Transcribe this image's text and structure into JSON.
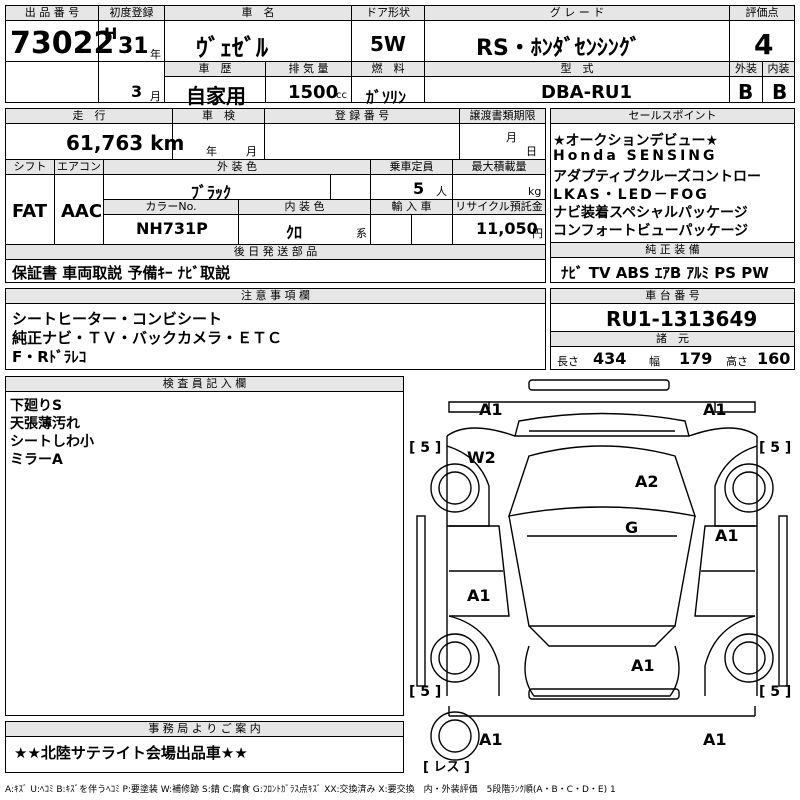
{
  "header": {
    "lot_no_label": "出 品 番 号",
    "lot_no": "73022",
    "first_reg_label": "初度登録",
    "era": "H",
    "year": "31",
    "year_unit": "年",
    "month": "3",
    "month_unit": "月",
    "car_name_label": "車　名",
    "car_name": "ｳﾞｪｾﾞﾙ",
    "door_label": "ドア形状",
    "door": "5W",
    "grade_label": "グ レ ー ド",
    "grade": "RS・ﾎﾝﾀﾞｾﾝｼﾝｸﾞ",
    "score_label": "評価点",
    "score": "4",
    "history_label": "車　歴",
    "history": "自家用",
    "displacement_label": "排 気 量",
    "displacement": "1500",
    "displacement_unit": "cc",
    "fuel_label": "燃　料",
    "fuel": "ｶﾞｿﾘﾝ",
    "model_label": "型　式",
    "model": "DBA-RU1",
    "exterior_label": "外装",
    "exterior": "B",
    "interior_label": "内装",
    "interior": "B"
  },
  "row2": {
    "mileage_label": "走　行",
    "mileage": "61,763 km",
    "inspection_label": "車　検",
    "inspection_year": "年",
    "inspection_month": "月",
    "plate_label": "登 録 番 号",
    "transfer_label": "譲渡書類期限",
    "transfer_month": "月",
    "transfer_day": "日",
    "shift_label": "シフト",
    "shift": "FAT",
    "ac_label": "エアコン",
    "ac": "AAC",
    "color_label": "外 装 色",
    "color": "ﾌﾞﾗｯｸ",
    "capacity_label": "乗車定員",
    "capacity": "5",
    "capacity_unit": "人",
    "load_label": "最大積載量",
    "load_unit": "kg",
    "color_no_label": "カラーNo.",
    "color_no": "NH731P",
    "int_color_label": "内 装 色",
    "int_color": "ｸﾛ",
    "int_color_unit": "系",
    "import_label": "輸 入 車",
    "recycle_label": "リサイクル預託金",
    "recycle": "11,050",
    "recycle_unit": "円",
    "later_label": "後 日 発 送 部 品",
    "later": "保証書 車両取説 予備ｷｰ ﾅﾋﾞ取説"
  },
  "sales": {
    "label": "セールスポイント",
    "lines": [
      "★オークションデビュー★",
      "Honda SENSING",
      "アダプティブクルーズコントロー",
      "LKAS・LED－FOG",
      "ナビ装着スペシャルパッケージ",
      "コンフォートビューパッケージ"
    ],
    "equip_label": "純 正 装 備",
    "equip": "ﾅﾋﾞ TV ABS ｴｱB ｱﾙﾐ PS PW"
  },
  "notes": {
    "label": "注 意 事 項 欄",
    "lines": [
      "シートヒーター・コンビシート",
      "純正ナビ・ＴＶ・バックカメラ・ＥＴＣ",
      "F・Rﾄﾞﾗﾚｺ"
    ]
  },
  "chassis": {
    "label": "車 台 番 号",
    "number": "RU1-1313649",
    "dims_label": "諸　元",
    "length_label": "長さ",
    "length": "434",
    "width_label": "幅",
    "width": "179",
    "height_label": "高さ",
    "height": "160"
  },
  "inspector": {
    "label": "検 査 員 記 入 欄",
    "lines": [
      "下廻りS",
      "天張薄汚れ",
      "シートしわ小",
      "ミラーA"
    ]
  },
  "diagram": {
    "tires": [
      "[ 5 ]",
      "[ 5 ]",
      "[ 5 ]",
      "[ 5 ]"
    ],
    "spare": "[ レス ]",
    "marks": {
      "front_left": "A1",
      "front_right": "A1",
      "windshield": "W2",
      "hood": "A2",
      "roof": "G",
      "right_door": "A1",
      "left_door": "A1",
      "rear_hatch": "A1",
      "rear_left": "A1",
      "rear_right": "A1"
    }
  },
  "office": {
    "label": "事 務 局 よ り ご 案 内",
    "text": "★★北陸サテライト会場出品車★★"
  },
  "legend": "A:ｷｽﾞ U:ﾍｺﾐ B:ｷｽﾞを伴うﾍｺﾐ P:要塗装 W:補修跡 S:錆 C:腐食 G:ﾌﾛﾝﾄｶﾞﾗｽ点ｷｽﾞ XX:交換済み X:要交換　内・外装評価　5段階ﾗﾝｸ順(A・B・C・D・E) 1"
}
